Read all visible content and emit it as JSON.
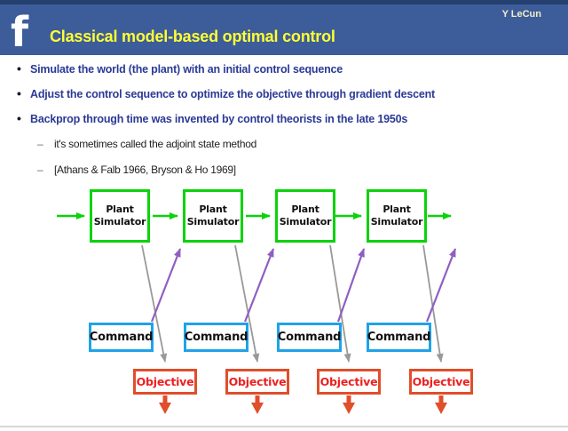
{
  "header": {
    "logo_glyph": "f",
    "title": "Classical model-based optimal control",
    "byline": "Y LeCun"
  },
  "bullets": [
    {
      "marker": "•",
      "text": "Simulate the world (the plant) with an initial control sequence"
    },
    {
      "marker": "•",
      "text": "Adjust the control sequence to optimize the objective through gradient descent"
    },
    {
      "marker": "•",
      "text": "Backprop through time was invented by control theorists in the late 1950s"
    }
  ],
  "sub_bullets": [
    {
      "marker": "–",
      "text": "it's sometimes called the adjoint state method"
    },
    {
      "marker": "–",
      "text": "[Athans & Falb 1966, Bryson & Ho 1969]"
    }
  ],
  "diagram": {
    "plant_label": "Plant\nSimulator",
    "command_label": "Command",
    "objective_label": "Objective",
    "colors": {
      "header_bg": "#3d5c9a",
      "header_strip": "#24406e",
      "title_text": "#ffff33",
      "byline_text": "#f2eec6",
      "bullet_text": "#2b3a96",
      "plant_border": "#0cd20c",
      "command_border": "#1fa3e8",
      "objective_border": "#e04e2a",
      "objective_text": "#ee2020",
      "flow_arrow": "#0cd20c",
      "command_arrow": "#8f5fc0",
      "state_arrow": "#999999",
      "loss_arrow": "#e04e2a"
    }
  }
}
